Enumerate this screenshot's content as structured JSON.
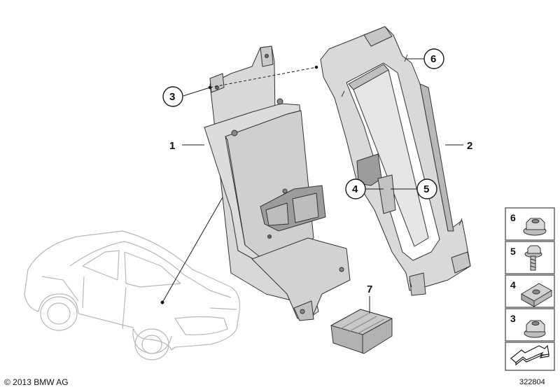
{
  "callouts": {
    "c1": "1",
    "c2": "2",
    "c3": "3",
    "c4": "4",
    "c5": "5",
    "c6": "6",
    "c7": "7"
  },
  "legend": {
    "items": [
      {
        "label": "6",
        "icon": "flange-nut-icon"
      },
      {
        "label": "5",
        "icon": "hex-bolt-icon"
      },
      {
        "label": "4",
        "icon": "clip-nut-icon"
      },
      {
        "label": "3",
        "icon": "hex-nut-icon"
      }
    ],
    "bottom_icon": "location-arrow-icon"
  },
  "footer": {
    "copyright": "© 2013 BMW AG",
    "diagram_id": "322804"
  },
  "colors": {
    "part_fill": "#d6d6d6",
    "part_dark": "#a9a9a9",
    "line": "#1a1a1a",
    "car_line": "#b5b5b5"
  }
}
